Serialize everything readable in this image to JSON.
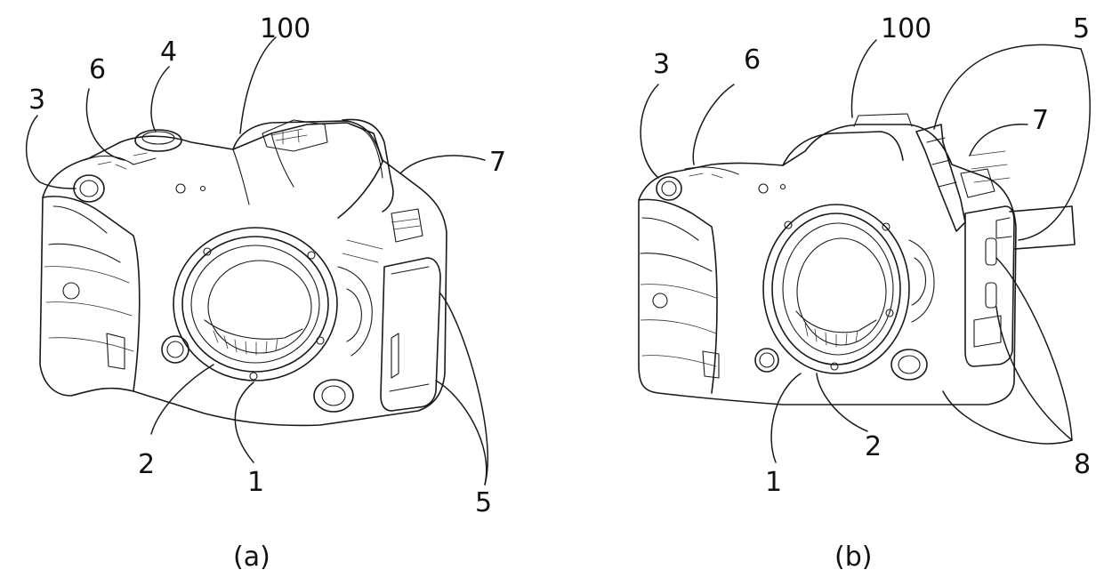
{
  "figures": [
    {
      "caption": "(a)",
      "labels": {
        "l100": "100",
        "l6": "6",
        "l4": "4",
        "l3": "3",
        "l7": "7",
        "l2": "2",
        "l1": "1",
        "l5": "5"
      }
    },
    {
      "caption": "(b)",
      "labels": {
        "l3": "3",
        "l6": "6",
        "l100": "100",
        "l5": "5",
        "l7": "7",
        "l1": "1",
        "l2": "2",
        "l8": "8"
      }
    }
  ],
  "colors": {
    "line": "#1a1a1a",
    "background": "#ffffff"
  }
}
